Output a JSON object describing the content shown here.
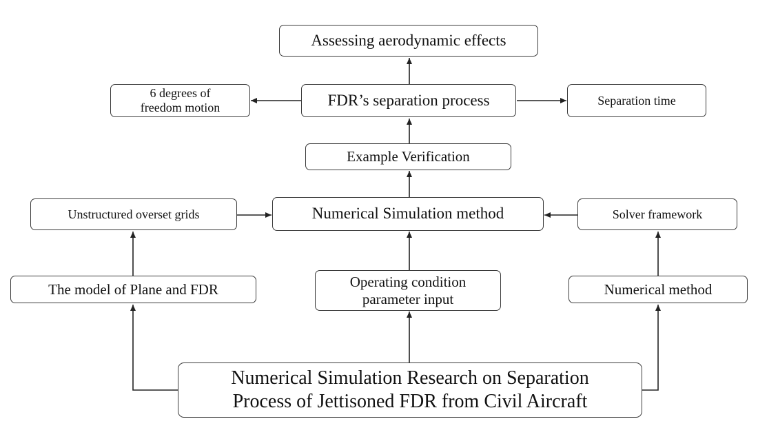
{
  "diagram": {
    "nodes": {
      "assess": "Assessing aerodynamic effects",
      "dof": "6 degrees of freedom motion",
      "separation": "FDR’s separation process",
      "time": "Separation time",
      "example": "Example Verification",
      "grids": "Unstructured overset grids",
      "method": "Numerical Simulation method",
      "solver": "Solver framework",
      "model": "The model of Plane and FDR",
      "operating": "Operating condition parameter input",
      "nummethod": "Numerical method",
      "research": "Numerical Simulation Research on Separation Process of Jettisoned FDR from Civil Aircraft"
    },
    "colors": {
      "line": "#222222",
      "border": "#3a3a3a",
      "text": "#111111"
    }
  }
}
